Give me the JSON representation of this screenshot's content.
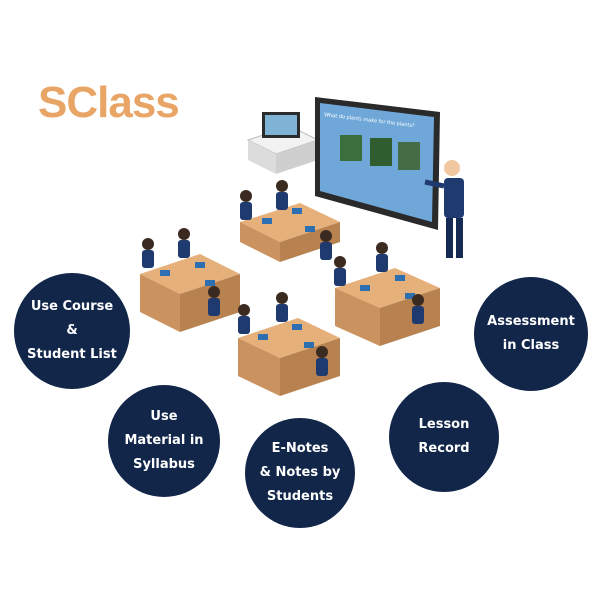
{
  "logo": {
    "text": "SClass"
  },
  "board": {
    "question": "What do plants make for the plants?"
  },
  "features": [
    {
      "label": "Use Course\n&\nStudent List"
    },
    {
      "label": "Use\nMaterial in\nSyllabus"
    },
    {
      "label": "E-Notes\n& Notes  by\nStudents"
    },
    {
      "label": "Lesson\nRecord"
    },
    {
      "label": "Assessment\nin Class"
    }
  ],
  "colors": {
    "accent": "#e8a565",
    "bubble": "#12264a",
    "desk": "#e6b07a",
    "uniform": "#1f3a6e"
  }
}
